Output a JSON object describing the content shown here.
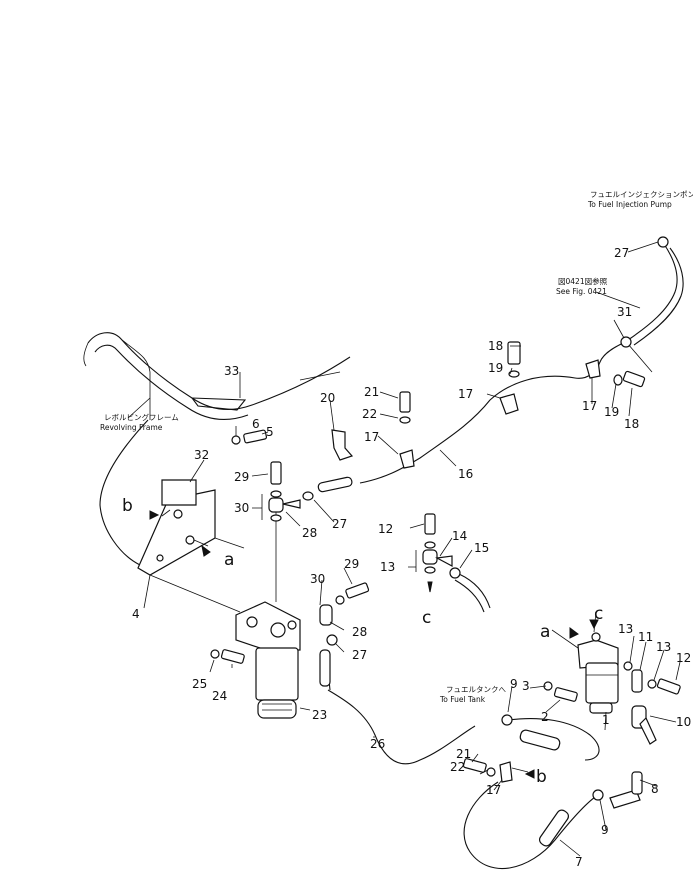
{
  "callouts": [
    "1",
    "2",
    "3",
    "4",
    "5",
    "6",
    "7",
    "8",
    "9",
    "10",
    "11",
    "12",
    "13",
    "14",
    "15",
    "16",
    "17",
    "18",
    "19",
    "20",
    "21",
    "22",
    "23",
    "24",
    "25",
    "26",
    "27",
    "28",
    "29",
    "30",
    "31",
    "32",
    "33"
  ],
  "views": [
    "a",
    "b",
    "c"
  ],
  "notes": {
    "fuel_injection_pump_jp": "フュエルインジェクションポンプへ",
    "fuel_injection_pump_en": "To Fuel Injection Pump",
    "see_fig_jp": "図0421図参照",
    "see_fig_en": "See Fig. 0421",
    "revolving_frame_jp": "レボルビングフレーム",
    "revolving_frame_en": "Revolving Frame",
    "fuel_tank_jp": "フュエルタンクへ",
    "fuel_tank_en": "To Fuel Tank"
  }
}
